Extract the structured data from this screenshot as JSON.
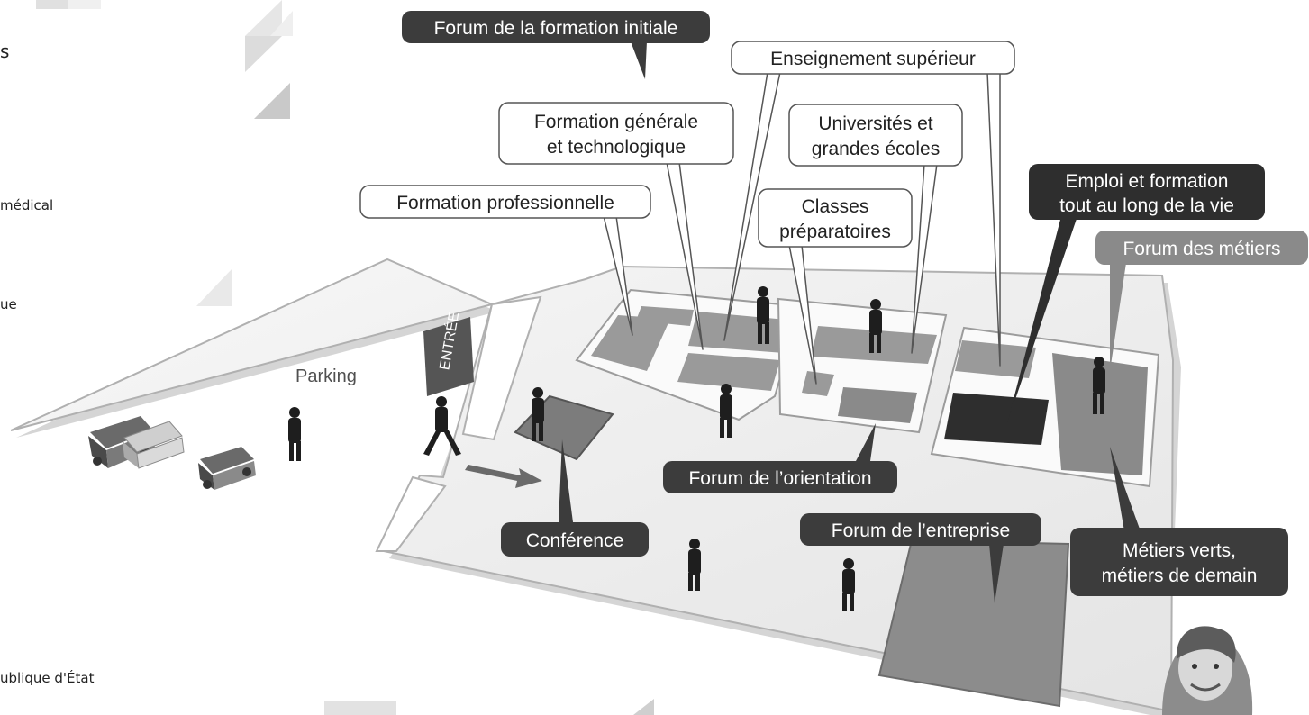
{
  "sidebar": {
    "items": [
      "s",
      "médical",
      "ue",
      "ublique d'État"
    ]
  },
  "map": {
    "parking": "Parking",
    "entrance": "ENTRÉE"
  },
  "labels": {
    "forum_initiale": "Forum de la formation initiale",
    "enseignement_superieur": "Enseignement supérieur",
    "formation_generale": [
      "Formation générale",
      "et technologique"
    ],
    "universites": [
      "Universités et",
      "grandes écoles"
    ],
    "formation_professionnelle": "Formation professionnelle",
    "classes_preparatoires": [
      "Classes",
      "préparatoires"
    ],
    "emploi_formation": [
      "Emploi et formation",
      "tout au long de la vie"
    ],
    "forum_metiers": "Forum des métiers",
    "forum_orientation": "Forum de l’orientation",
    "conference": "Conférence",
    "forum_entreprise": "Forum de l’entreprise",
    "metiers_verts": [
      "Métiers verts,",
      "métiers de demain"
    ]
  },
  "colors": {
    "dark_label": "#3c3c3c",
    "gray_label": "#8a8a8a",
    "floor": "#f1f1f1",
    "zone": "#9a9a9a",
    "zone_dark": "#2e2e2e"
  }
}
